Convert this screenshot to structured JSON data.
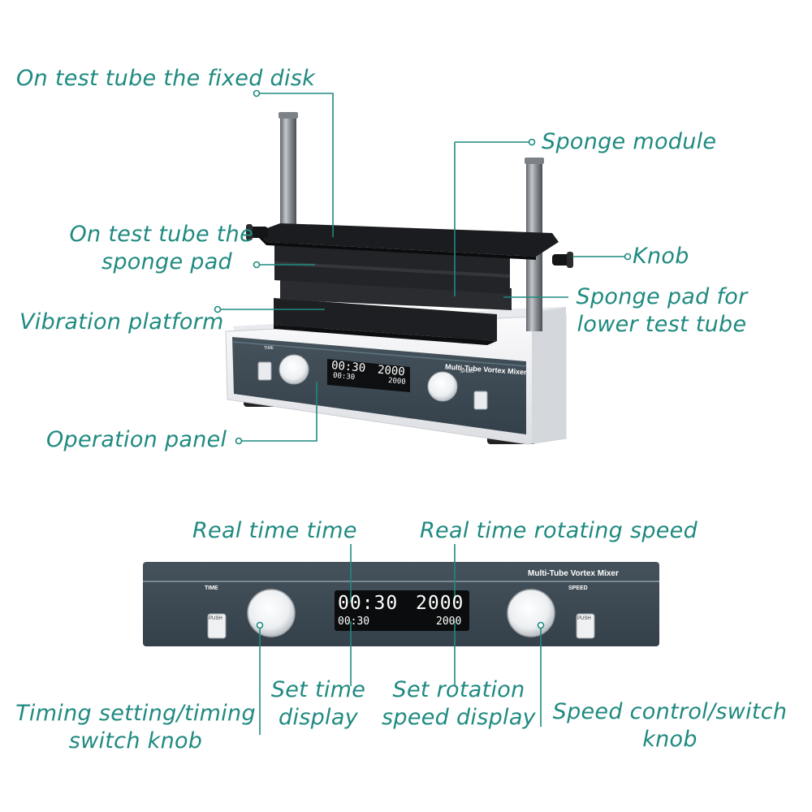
{
  "colors": {
    "label_teal": "#1f8a80",
    "panel_dark": "#3d4a52",
    "device_white": "#f1f2f4",
    "plate_black": "#1c1d20",
    "rod_steel": "#8d9298",
    "display_text": "#ffffff"
  },
  "labels": {
    "fixed_disk": "On test tube the fixed disk",
    "sponge_module": "Sponge module",
    "sponge_pad_upper_line1": "On test tube the",
    "sponge_pad_upper_line2": "sponge pad",
    "knob": "Knob",
    "sponge_pad_lower_line1": "Sponge pad for",
    "sponge_pad_lower_line2": "lower test tube",
    "vibration_platform": "Vibration platform",
    "operation_panel": "Operation panel",
    "real_time_time": "Real time time",
    "real_time_speed": "Real time rotating speed",
    "set_time_line1": "Set time",
    "set_time_line2": "display",
    "set_rotation_line1": "Set rotation",
    "set_rotation_line2": "speed display",
    "timing_knob_line1": "Timing setting/timing",
    "timing_knob_line2": "switch knob",
    "speed_knob_line1": "Speed control/switch",
    "speed_knob_line2": "knob"
  },
  "device": {
    "brand": "Multi-Tube Vortex Mixer",
    "time_label": "TIME",
    "speed_label": "SPEED",
    "push_label": "PUSH",
    "display_time_real": "00:30",
    "display_speed_real": "2000",
    "display_time_set": "00:30",
    "display_speed_set": "2000"
  },
  "icons": [
    "knob-icon",
    "push-button-icon",
    "rod-icon"
  ]
}
